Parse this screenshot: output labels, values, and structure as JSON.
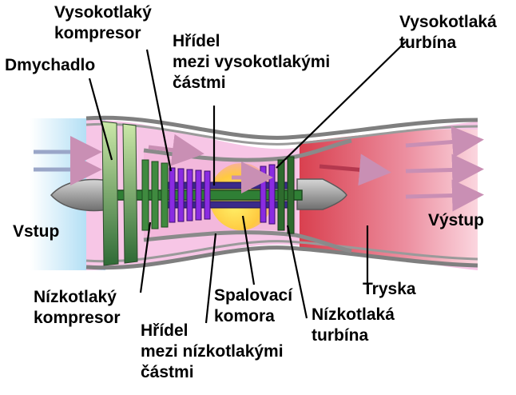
{
  "labels": {
    "high_pressure_compressor": [
      "Vysokotlaký",
      "kompresor"
    ],
    "fan": [
      "Dmychadlo"
    ],
    "hp_shaft": [
      "Hřídel",
      "mezi vysokotlakými",
      "částmi"
    ],
    "hp_turbine": [
      "Vysokotlaká",
      "turbína"
    ],
    "inlet": [
      "Vstup"
    ],
    "outlet": [
      "Výstup"
    ],
    "lp_compressor": [
      "Nízkotlaký",
      "kompresor"
    ],
    "combustion_chamber": [
      "Spalovací",
      "komora"
    ],
    "nozzle": [
      "Tryska"
    ],
    "lp_turbine": [
      "Nízkotlaká",
      "turbína"
    ],
    "lp_shaft": [
      "Hřídel",
      "mezi nízkotlakými",
      "částmi"
    ]
  },
  "colors": {
    "inlet_air": "#9fd8f4",
    "bypass_air": "#f7c6e6",
    "exhaust": "#e0566a",
    "combustion": "#ffd43b",
    "fan_blades": "#8cc07a",
    "hp_compressor_blades": "#8a2be2",
    "turbine_blades": "#2e6b2e",
    "casing": "#8a8a8a",
    "flow_arrow": "#c98fb4",
    "text": "#000000"
  }
}
